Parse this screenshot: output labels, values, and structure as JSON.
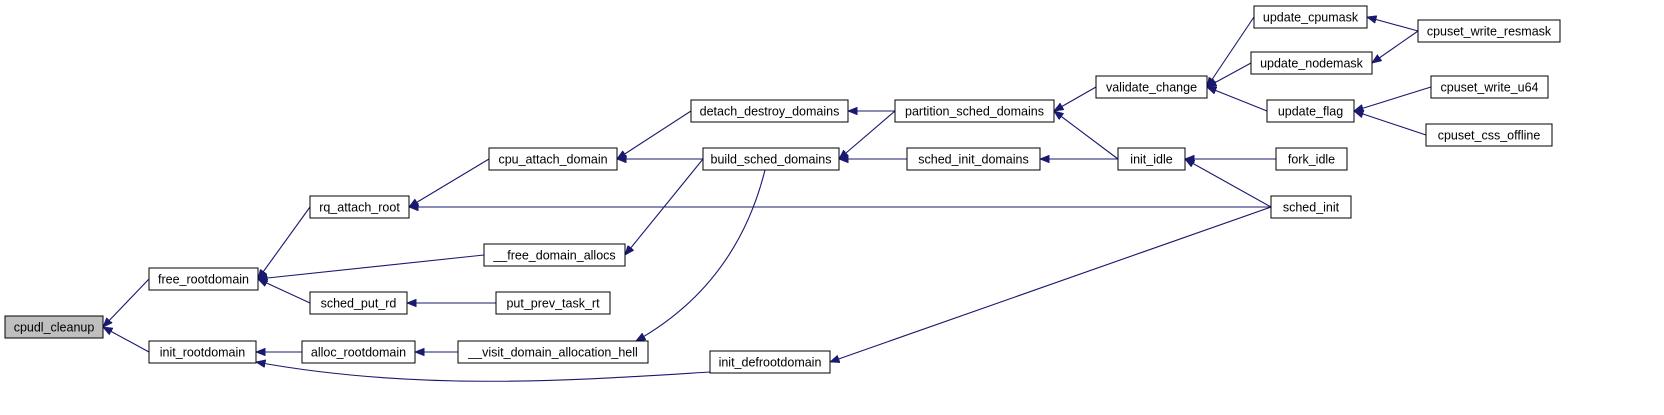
{
  "diagram": {
    "root": "cpudl_cleanup",
    "edge_color": "#191970",
    "root_fill": "#bfbfbf",
    "nodes": [
      {
        "id": "cpudl_cleanup",
        "label": "cpudl_cleanup"
      },
      {
        "id": "free_rootdomain",
        "label": "free_rootdomain"
      },
      {
        "id": "init_rootdomain",
        "label": "init_rootdomain"
      },
      {
        "id": "rq_attach_root",
        "label": "rq_attach_root"
      },
      {
        "id": "free_domain_allocs",
        "label": "__free_domain_allocs"
      },
      {
        "id": "sched_put_rd",
        "label": "sched_put_rd"
      },
      {
        "id": "alloc_rootdomain",
        "label": "alloc_rootdomain"
      },
      {
        "id": "init_defrootdomain",
        "label": "init_defrootdomain"
      },
      {
        "id": "cpu_attach_domain",
        "label": "cpu_attach_domain"
      },
      {
        "id": "put_prev_task_rt",
        "label": "put_prev_task_rt"
      },
      {
        "id": "visit_domain_allocation_hell",
        "label": "__visit_domain_allocation_hell"
      },
      {
        "id": "detach_destroy_domains",
        "label": "detach_destroy_domains"
      },
      {
        "id": "build_sched_domains",
        "label": "build_sched_domains"
      },
      {
        "id": "partition_sched_domains",
        "label": "partition_sched_domains"
      },
      {
        "id": "sched_init_domains",
        "label": "sched_init_domains"
      },
      {
        "id": "validate_change",
        "label": "validate_change"
      },
      {
        "id": "init_idle",
        "label": "init_idle"
      },
      {
        "id": "update_cpumask",
        "label": "update_cpumask"
      },
      {
        "id": "update_nodemask",
        "label": "update_nodemask"
      },
      {
        "id": "update_flag",
        "label": "update_flag"
      },
      {
        "id": "fork_idle",
        "label": "fork_idle"
      },
      {
        "id": "sched_init",
        "label": "sched_init"
      },
      {
        "id": "cpuset_write_resmask",
        "label": "cpuset_write_resmask"
      },
      {
        "id": "cpuset_write_u64",
        "label": "cpuset_write_u64"
      },
      {
        "id": "cpuset_css_offline",
        "label": "cpuset_css_offline"
      }
    ],
    "edges": [
      {
        "from": "free_rootdomain",
        "to": "cpudl_cleanup"
      },
      {
        "from": "init_rootdomain",
        "to": "cpudl_cleanup"
      },
      {
        "from": "rq_attach_root",
        "to": "free_rootdomain"
      },
      {
        "from": "free_domain_allocs",
        "to": "free_rootdomain"
      },
      {
        "from": "sched_put_rd",
        "to": "free_rootdomain"
      },
      {
        "from": "alloc_rootdomain",
        "to": "init_rootdomain"
      },
      {
        "from": "init_defrootdomain",
        "to": "init_rootdomain"
      },
      {
        "from": "cpu_attach_domain",
        "to": "rq_attach_root"
      },
      {
        "from": "sched_init",
        "to": "rq_attach_root"
      },
      {
        "from": "build_sched_domains",
        "to": "free_domain_allocs"
      },
      {
        "from": "put_prev_task_rt",
        "to": "sched_put_rd"
      },
      {
        "from": "visit_domain_allocation_hell",
        "to": "alloc_rootdomain"
      },
      {
        "from": "sched_init",
        "to": "init_defrootdomain"
      },
      {
        "from": "detach_destroy_domains",
        "to": "cpu_attach_domain"
      },
      {
        "from": "build_sched_domains",
        "to": "cpu_attach_domain"
      },
      {
        "from": "build_sched_domains",
        "to": "visit_domain_allocation_hell"
      },
      {
        "from": "partition_sched_domains",
        "to": "detach_destroy_domains"
      },
      {
        "from": "partition_sched_domains",
        "to": "build_sched_domains"
      },
      {
        "from": "sched_init_domains",
        "to": "build_sched_domains"
      },
      {
        "from": "validate_change",
        "to": "partition_sched_domains"
      },
      {
        "from": "init_idle",
        "to": "partition_sched_domains"
      },
      {
        "from": "init_idle",
        "to": "sched_init_domains"
      },
      {
        "from": "update_cpumask",
        "to": "validate_change"
      },
      {
        "from": "update_nodemask",
        "to": "validate_change"
      },
      {
        "from": "update_flag",
        "to": "validate_change"
      },
      {
        "from": "fork_idle",
        "to": "init_idle"
      },
      {
        "from": "sched_init",
        "to": "init_idle"
      },
      {
        "from": "cpuset_write_resmask",
        "to": "update_cpumask"
      },
      {
        "from": "cpuset_write_resmask",
        "to": "update_nodemask"
      },
      {
        "from": "cpuset_write_u64",
        "to": "update_flag"
      },
      {
        "from": "cpuset_css_offline",
        "to": "update_flag"
      }
    ]
  }
}
